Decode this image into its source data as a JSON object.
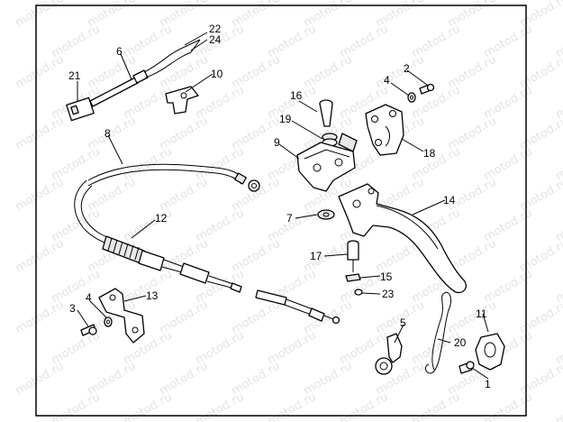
{
  "watermark": "motod.ru",
  "callouts": {
    "c1": "1",
    "c2": "2",
    "c3": "3",
    "c4a": "4",
    "c4b": "4",
    "c5": "5",
    "c6": "6",
    "c7": "7",
    "c8": "8",
    "c9": "9",
    "c10": "10",
    "c11": "11",
    "c12": "12",
    "c13": "13",
    "c14": "14",
    "c15": "15",
    "c16": "16",
    "c17": "17",
    "c18": "18",
    "c19": "19",
    "c20": "20",
    "c21": "21",
    "c22": "22",
    "c23": "23",
    "c24": "24"
  },
  "colors": {
    "frame": "#000000",
    "background": "#ffffff",
    "watermark": "#e3e3e3"
  }
}
